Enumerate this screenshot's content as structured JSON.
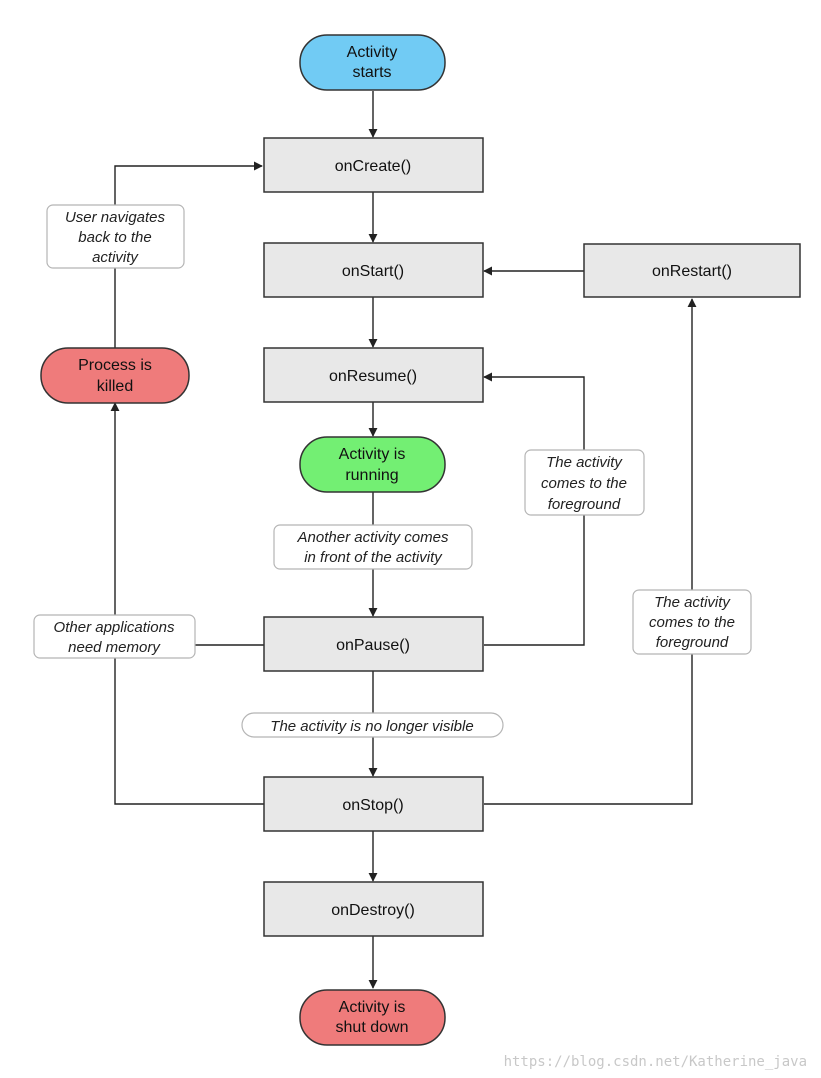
{
  "colors": {
    "box_fill": "#e8e8e8",
    "box_stroke": "#333333",
    "start_fill": "#71cbf4",
    "running_fill": "#73ef73",
    "end_fill": "#ef7b7b",
    "label_stroke": "#b5b5b5",
    "edge": "#222222"
  },
  "nodes": {
    "activity_starts": [
      "Activity",
      "starts"
    ],
    "on_create": "onCreate()",
    "on_start": "onStart()",
    "on_restart": "onRestart()",
    "on_resume": "onResume()",
    "process_killed": [
      "Process is",
      "killed"
    ],
    "activity_running": [
      "Activity is",
      "running"
    ],
    "on_pause": "onPause()",
    "on_stop": "onStop()",
    "on_destroy": "onDestroy()",
    "activity_shut_down": [
      "Activity is",
      "shut down"
    ]
  },
  "edge_labels": {
    "user_navigates_back": [
      "User navigates",
      "back to the",
      "activity"
    ],
    "another_activity": [
      "Another activity comes",
      "in front of the activity"
    ],
    "foreground_from_pause": [
      "The activity",
      "comes to the",
      "foreground"
    ],
    "other_apps_memory": [
      "Other applications",
      "need memory"
    ],
    "no_longer_visible": "The activity is no longer visible",
    "foreground_from_stop": [
      "The activity",
      "comes to the",
      "foreground"
    ]
  },
  "watermark": "https://blog.csdn.net/Katherine_java"
}
